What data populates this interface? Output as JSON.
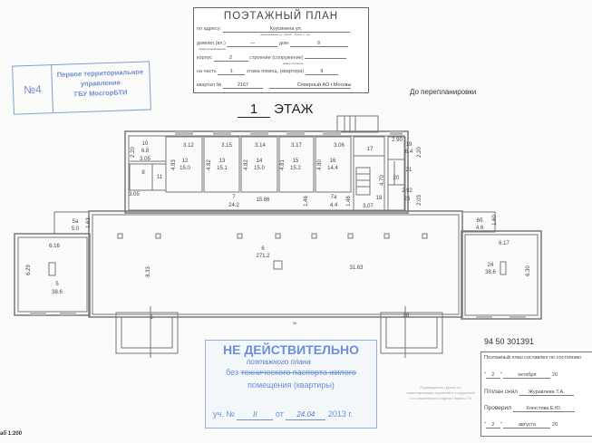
{
  "header": {
    "title": "ПОЭТАЖНЫЙ ПЛАН",
    "address_label": "по адресу:",
    "address_value": "Куусинена ул.",
    "address_hint": "наименование ул. (просп., бульв. и т.д.)",
    "house_ownership_label": "домовл.(вл.)",
    "house_ownership_value": "—",
    "house_ownership_hint": "номер домовладения",
    "house_label": "дом",
    "house_value": "9",
    "building_label": "корпус",
    "building_value": "2",
    "structure_label": "строение (сооружение)",
    "structure_value": "",
    "structure_hint": "номер строения",
    "part_label": "на часть",
    "part_value": "1",
    "floor_label": "этажа помещ. (квартира)",
    "floor_value": "II",
    "quarter_label": "квартал №",
    "quarter_value": "2167",
    "district_value": "Северный АО г.Москвы"
  },
  "note_before": "До перепланировки",
  "floor_title": {
    "number": "1",
    "label": "ЭТАЖ"
  },
  "stamp_left": {
    "number": "№4",
    "line1": "Первое территориальное",
    "line2": "управление",
    "line3": "ГБУ МосгорБТИ"
  },
  "stamp_bottom": {
    "title": "НЕ ДЕЙСТВИТЕЛЬНО",
    "handwritten": "поэтажного плана",
    "line2_prefix": "без",
    "line2_struck": "технического паспорта жилого",
    "line3": "помещения (квартиры)",
    "reg_label": "уч. №",
    "reg_value": "II",
    "date_label": "от",
    "date_value": "24.04",
    "year": "2013",
    "year_suffix": "г."
  },
  "faint_note": "Руководитель группы по инвентаризации строений и сооружений 2-го инженерного отдела Первого ТУ",
  "inventory_number": "94 50 301391",
  "table": {
    "row1": "Поэтажный план составлен по состоянию",
    "row2_day": "2",
    "row2_month": "октября",
    "row2_year": "20",
    "row3_label": "П/план снял",
    "row3_value": "Журавлева Т.А.",
    "row4_label": "Проверил",
    "row4_value": "Хлюстова Е.Ю.",
    "row5_day": "2",
    "row5_month": "августа",
    "row5_year": "20"
  },
  "scale": "аб 1:200",
  "plan": {
    "rooms": [
      {
        "num": "10",
        "area": "6.8"
      },
      {
        "num": "12",
        "area": "15.0"
      },
      {
        "num": "13",
        "area": "15.1"
      },
      {
        "num": "14",
        "area": "15.0"
      },
      {
        "num": "15",
        "area": "15.2"
      },
      {
        "num": "16",
        "area": "14.4"
      },
      {
        "num": "7",
        "area": "24.2"
      },
      {
        "num": "7а",
        "area": "4.4"
      },
      {
        "num": "19",
        "area": "6.4"
      },
      {
        "num": "5а",
        "area": "5.0"
      },
      {
        "num": "5",
        "area": "38.6"
      },
      {
        "num": "6",
        "area": "271.2"
      },
      {
        "num": "6б",
        "area": "4.6"
      },
      {
        "num": "24",
        "area": "38.6"
      }
    ],
    "room_numbers": [
      "8",
      "11",
      "17",
      "18",
      "20",
      "21",
      "23",
      "1",
      "26",
      "26"
    ],
    "dimensions": [
      "2.20",
      "3.05",
      "3.05",
      "3.12",
      "4.83",
      "3.15",
      "4.82",
      "3.14",
      "4.82",
      "3.17",
      "4.81",
      "3.06",
      "4.80",
      "15.86",
      "1.46",
      "1.46",
      "4.70",
      "3.07",
      "2.90",
      "2.20",
      "2.92",
      "2.03",
      "1.63",
      "6.16",
      "6.29",
      "8.33",
      "31.63",
      "1.60",
      "6.17",
      "6.30"
    ]
  }
}
